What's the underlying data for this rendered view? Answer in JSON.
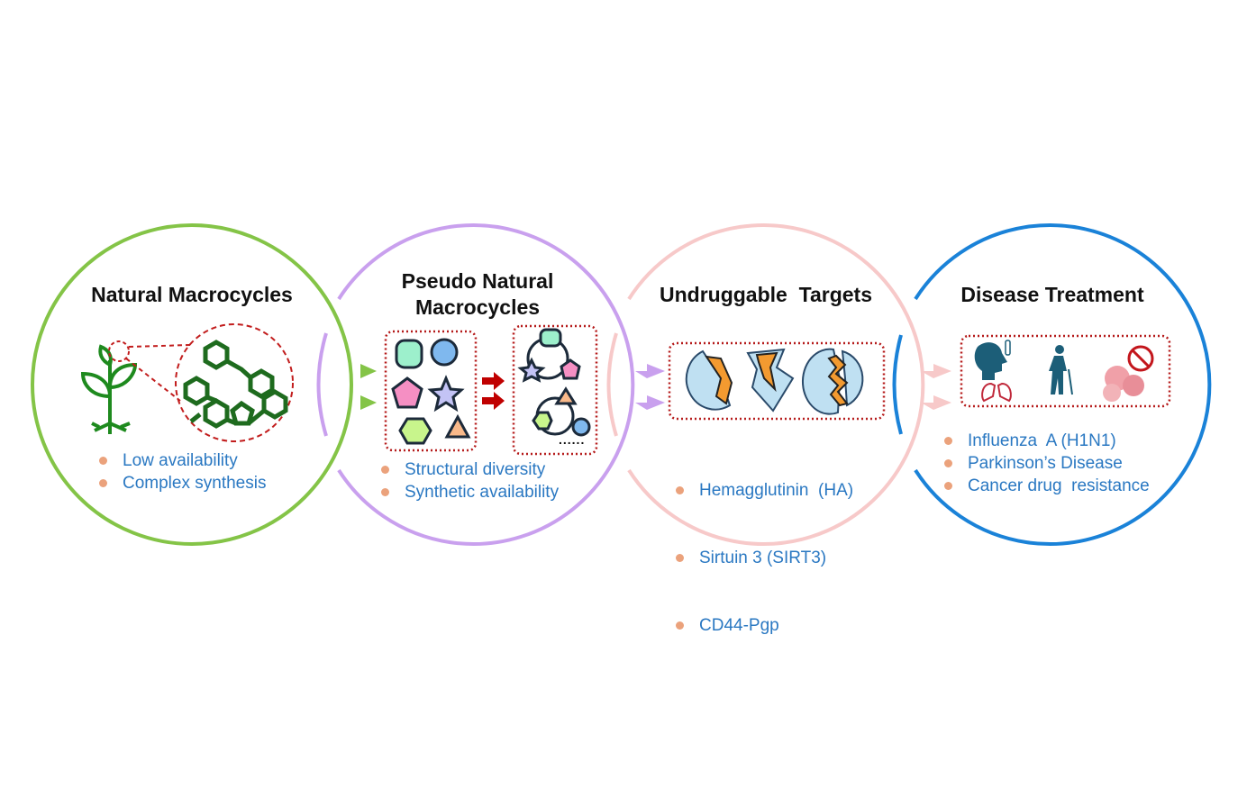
{
  "colors": {
    "natural": "#84c447",
    "pseudo": "#c9a0ee",
    "targets": "#f7c9c9",
    "disease": "#1a82d8",
    "text_blue": "#2a78c2",
    "bullet": "#eba27c",
    "dotted_red": "#b51a1a"
  },
  "stages": [
    {
      "title": "Natural Macrocycles",
      "icon": "plant-molecule-icon",
      "bullets": [
        "Low availability",
        "Complex synthesis"
      ]
    },
    {
      "title_line1": "Pseudo Natural",
      "title_line2": "Macrocycles",
      "icon": "fragment-assembly-icon",
      "ellipsis": "......",
      "bullets": [
        "Structural diversity",
        "Synthetic availability"
      ]
    },
    {
      "title": "Undruggable  Targets",
      "icon": "protein-binding-icon",
      "bullets": [
        "Hemagglutinin  (HA)",
        "Sirtuin 3 (SIRT3)",
        "CD44-Pgp"
      ]
    },
    {
      "title": "Disease Treatment",
      "icon": "disease-icons",
      "bullets": [
        "Influenza  A (H1N1)",
        "Parkinson’s Disease",
        "Cancer drug  resistance"
      ]
    }
  ]
}
